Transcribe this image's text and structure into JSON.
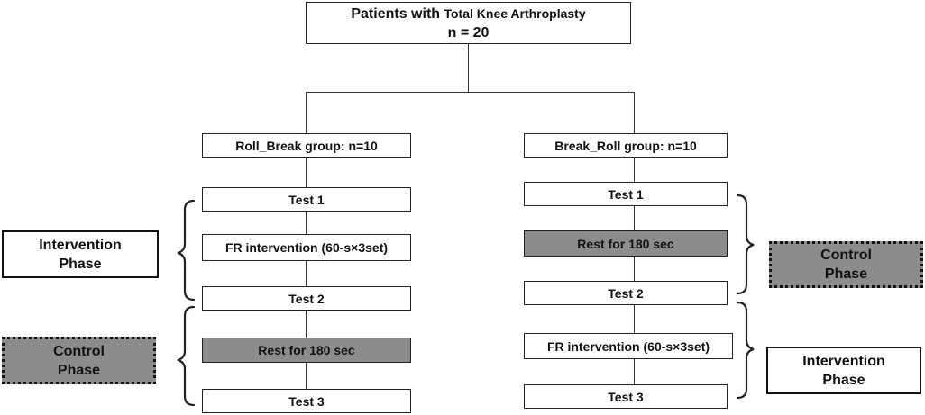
{
  "top": {
    "line1_main": "Patients with ",
    "line1_sub": "Total Knee Arthroplasty",
    "line2": "n = 20"
  },
  "left": {
    "group": "Roll_Break group: n=10",
    "test1": "Test 1",
    "intervention": "FR intervention (60-s×3set)",
    "test2": "Test 2",
    "rest": "Rest for 180 sec",
    "test3": "Test 3",
    "phase_intervention": [
      "Intervention",
      "Phase"
    ],
    "phase_control": [
      "Control",
      "Phase"
    ]
  },
  "right": {
    "group": "Break_Roll group: n=10",
    "test1": "Test 1",
    "rest": "Rest for 180 sec",
    "test2": "Test 2",
    "intervention": "FR intervention (60-s×3set)",
    "test3": "Test 3",
    "phase_control": [
      "Control",
      "Phase"
    ],
    "phase_intervention": [
      "Intervention",
      "Phase"
    ]
  },
  "colors": {
    "gray_fill": "#8c8c8c",
    "border": "#222222"
  }
}
